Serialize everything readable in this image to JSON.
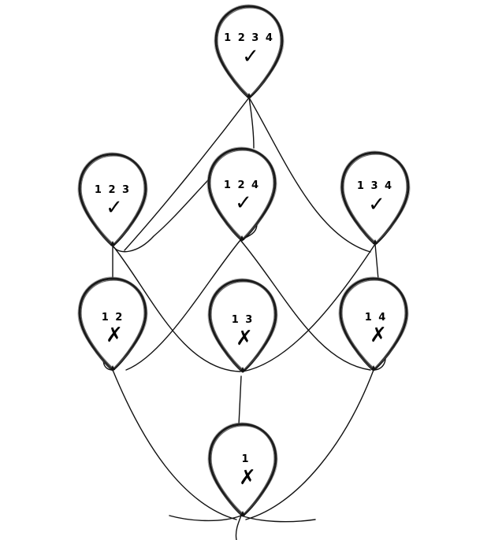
{
  "balloons": [
    {
      "id": "b1234",
      "label": "1 2 3 4",
      "mark": "✓"
    },
    {
      "id": "b123",
      "label": "1 2 3",
      "mark": "✓"
    },
    {
      "id": "b124",
      "label": "1 2 4",
      "mark": "✓"
    },
    {
      "id": "b134",
      "label": "1 3 4",
      "mark": "✓"
    },
    {
      "id": "b12",
      "label": "1 2",
      "mark": "✗"
    },
    {
      "id": "b13",
      "label": "1 3",
      "mark": "✗"
    },
    {
      "id": "b14",
      "label": "1 4",
      "mark": "✗"
    },
    {
      "id": "b1",
      "label": "1",
      "mark": "✗"
    }
  ]
}
